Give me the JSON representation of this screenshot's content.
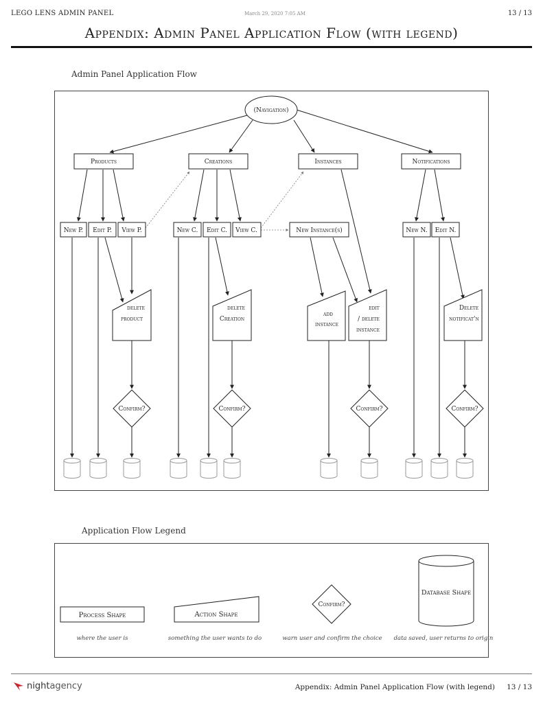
{
  "header": {
    "doc_name": "LEGO LENS ADMIN PANEL",
    "date": "March 29, 2020 7:05 AM",
    "page": "13 / 13"
  },
  "title": "Appendix: Admin Panel Application Flow (with legend)",
  "flow": {
    "caption": "Admin Panel Application Flow",
    "nodes": {
      "navigation": "(Navigation)",
      "products": "Products",
      "creations": "Creations",
      "instances": "Instances",
      "notifications": "Notifications",
      "new_p": "New P.",
      "edit_p": "Edit P.",
      "view_p": "View P.",
      "new_c": "New C.",
      "edit_c": "Edit C.",
      "view_c": "View C.",
      "new_instances": "New Instance(s)",
      "new_n": "New N.",
      "edit_n": "Edit N.",
      "delete_product_1": "delete",
      "delete_product_2": "product",
      "delete_creation_1": "delete",
      "delete_creation_2": "Creation",
      "add_instance_1": "add",
      "add_instance_2": "instance",
      "edit_delete_instance_1": "edit",
      "edit_delete_instance_2": "/ delete",
      "edit_delete_instance_3": "instance",
      "delete_notif_1": "Delete",
      "delete_notif_2": "notificat'n",
      "confirm": "Confirm?"
    }
  },
  "legend": {
    "caption": "Application Flow Legend",
    "process_label": "Process Shape",
    "process_desc": "where the user is",
    "action_label": "Action Shape",
    "action_desc": "something the user wants to do",
    "confirm_label": "Confirm?",
    "confirm_desc": "warn user and confirm the choice",
    "database_label": "Database Shape",
    "database_desc": "data saved, user returns to origin"
  },
  "footer": {
    "logo_night": "night",
    "logo_agency": "agency",
    "title": "Appendix: Admin Panel Application Flow (with legend)",
    "page": "13 / 13"
  },
  "colors": {
    "line": "#222222",
    "dotted": "#777777",
    "db_stroke": "#999999",
    "logo_red": "#c8282d"
  }
}
